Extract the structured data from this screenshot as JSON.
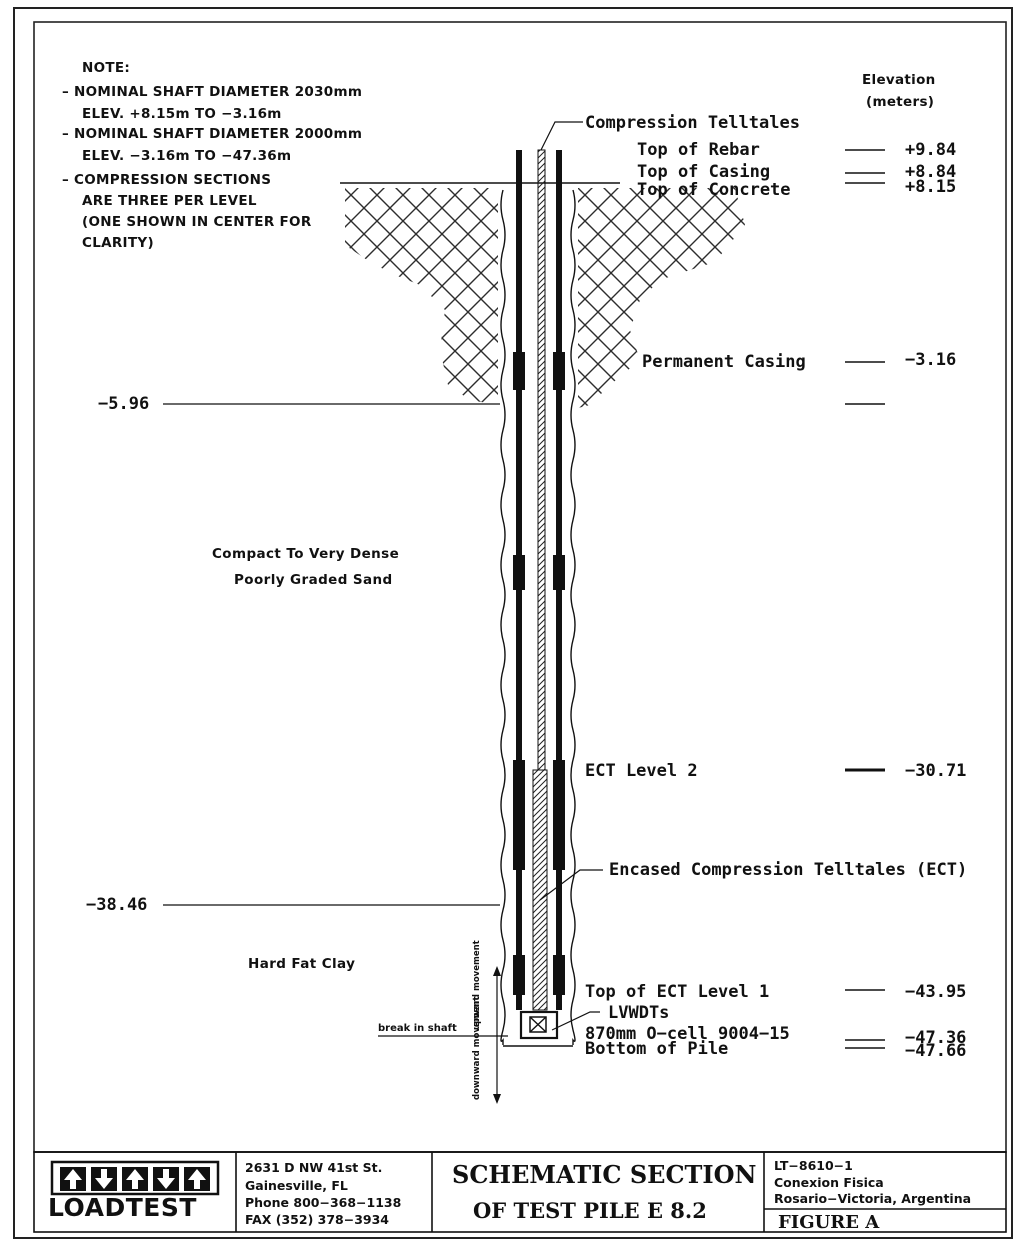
{
  "notes": {
    "heading": "NOTE:",
    "items": [
      "–  NOMINAL SHAFT DIAMETER 2030mm",
      "ELEV. +8.15m TO −3.16m",
      "–  NOMINAL SHAFT DIAMETER 2000mm",
      "ELEV. −3.16m TO −47.36m",
      "–  COMPRESSION SECTIONS",
      "ARE THREE PER LEVEL",
      "(ONE SHOWN IN CENTER FOR",
      "CLARITY)"
    ]
  },
  "elevation_header": {
    "title": "Elevation",
    "unit": "(meters)"
  },
  "levels": [
    {
      "label": "Compression Telltales",
      "elevation": ""
    },
    {
      "label": "Top of Rebar",
      "elevation": "+9.84"
    },
    {
      "label": "Top of Casing",
      "elevation": "+8.84"
    },
    {
      "label": "Top of Concrete",
      "elevation": "+8.15"
    },
    {
      "label": "Permanent Casing",
      "elevation": "−3.16"
    },
    {
      "label": "ECT Level 2",
      "elevation": "−30.71"
    },
    {
      "label": "Encased Compression Telltales (ECT)",
      "elevation": ""
    },
    {
      "label": "Top of ECT Level 1",
      "elevation": "−43.95"
    },
    {
      "label": "LVWDTs",
      "elevation": ""
    },
    {
      "label": "870mm O−cell 9004−15",
      "elevation": "−47.36"
    },
    {
      "label": "Bottom of Pile",
      "elevation": "−47.66"
    }
  ],
  "soil": {
    "boundary_1": "−5.96",
    "boundary_2": "−38.46",
    "layer_1_line_1": "Compact To Very Dense",
    "layer_1_line_2": "Poorly Graded Sand",
    "layer_2": "Hard Fat Clay",
    "break_label": "break in shaft",
    "upward": "upward movement",
    "downward": "downward movement"
  },
  "title_block": {
    "logo_text": "LOADTEST",
    "address_1": "2631 D NW 41st St.",
    "address_2": "Gainesville, FL",
    "phone": "Phone 800−368−1138",
    "fax": "FAX (352) 378−3934",
    "title_1": "SCHEMATIC SECTION",
    "title_2": "OF TEST PILE E 8.2",
    "project_no": "LT−8610−1",
    "client": "Conexion Fisica",
    "location": "Rosario−Victoria, Argentina",
    "figure": "FIGURE A"
  }
}
